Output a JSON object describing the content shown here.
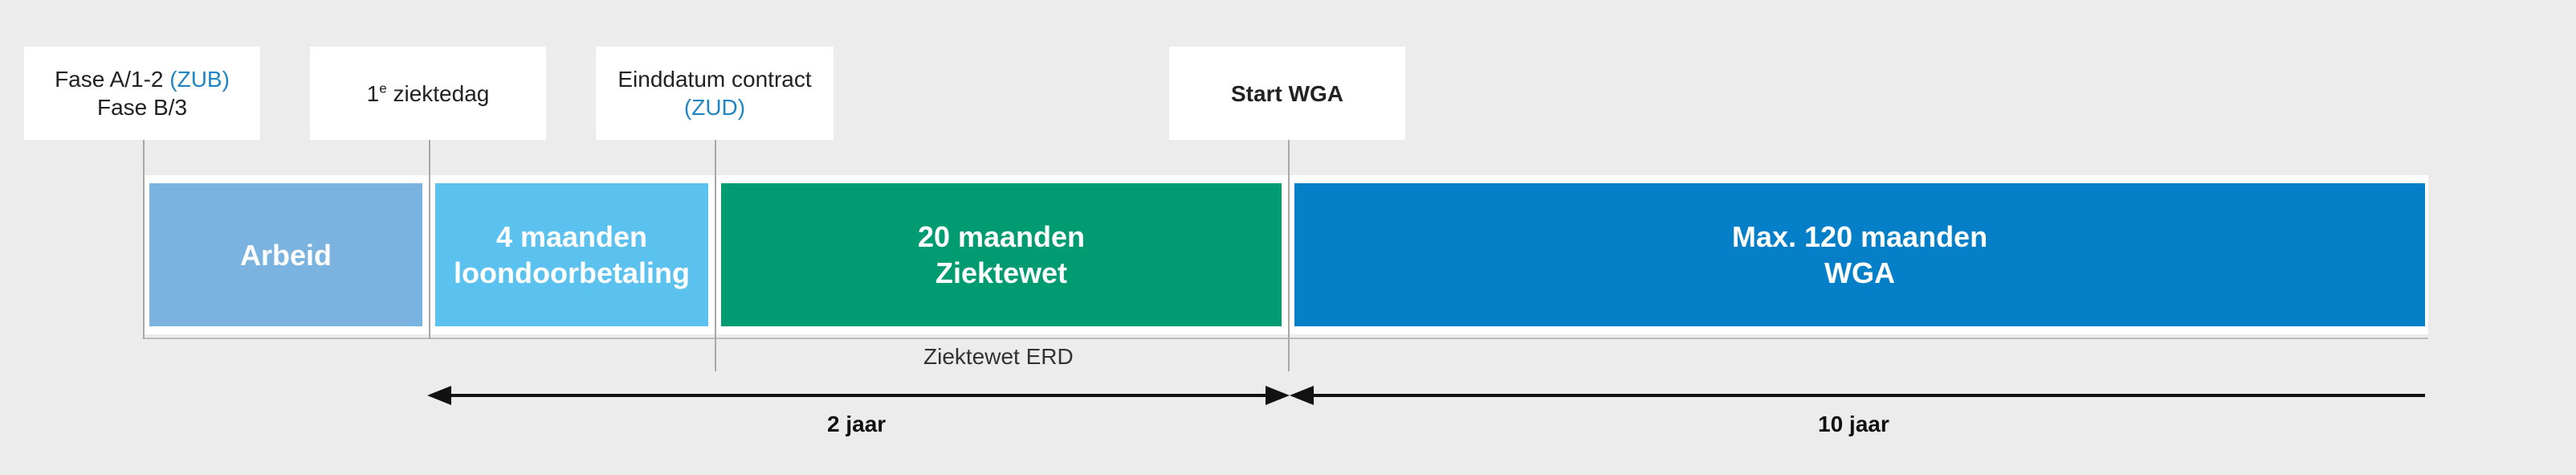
{
  "labels": {
    "fase": {
      "line1_text": "Fase A/1-2 ",
      "line1_accent": "(ZUB)",
      "line2": "Fase B/3"
    },
    "ziektedag": {
      "num": "1",
      "sup": "e",
      "text": " ziektedag"
    },
    "einddatum": {
      "line1": "Einddatum contract",
      "line2_accent": "(ZUD)"
    },
    "start_wga": {
      "text": "Start WGA"
    }
  },
  "segments": [
    {
      "id": "arbeid",
      "line1": "Arbeid",
      "line2": "",
      "color": "#7ab3e0"
    },
    {
      "id": "loondoorbetaling",
      "line1": "4 maanden",
      "line2": "loondoorbetaling",
      "color": "#5bc1ef"
    },
    {
      "id": "ziektewet",
      "line1": "20 maanden",
      "line2": "Ziektewet",
      "color": "#009b70"
    },
    {
      "id": "wga",
      "line1": "Max. 120 maanden",
      "line2": "WGA",
      "color": "#0580c8"
    }
  ],
  "ziektewet_erd": "Ziektewet ERD",
  "spans": {
    "two_years": "2 jaar",
    "ten_years": "10 jaar"
  },
  "colors": {
    "accent": "#1f86c4",
    "background": "#ececec"
  }
}
